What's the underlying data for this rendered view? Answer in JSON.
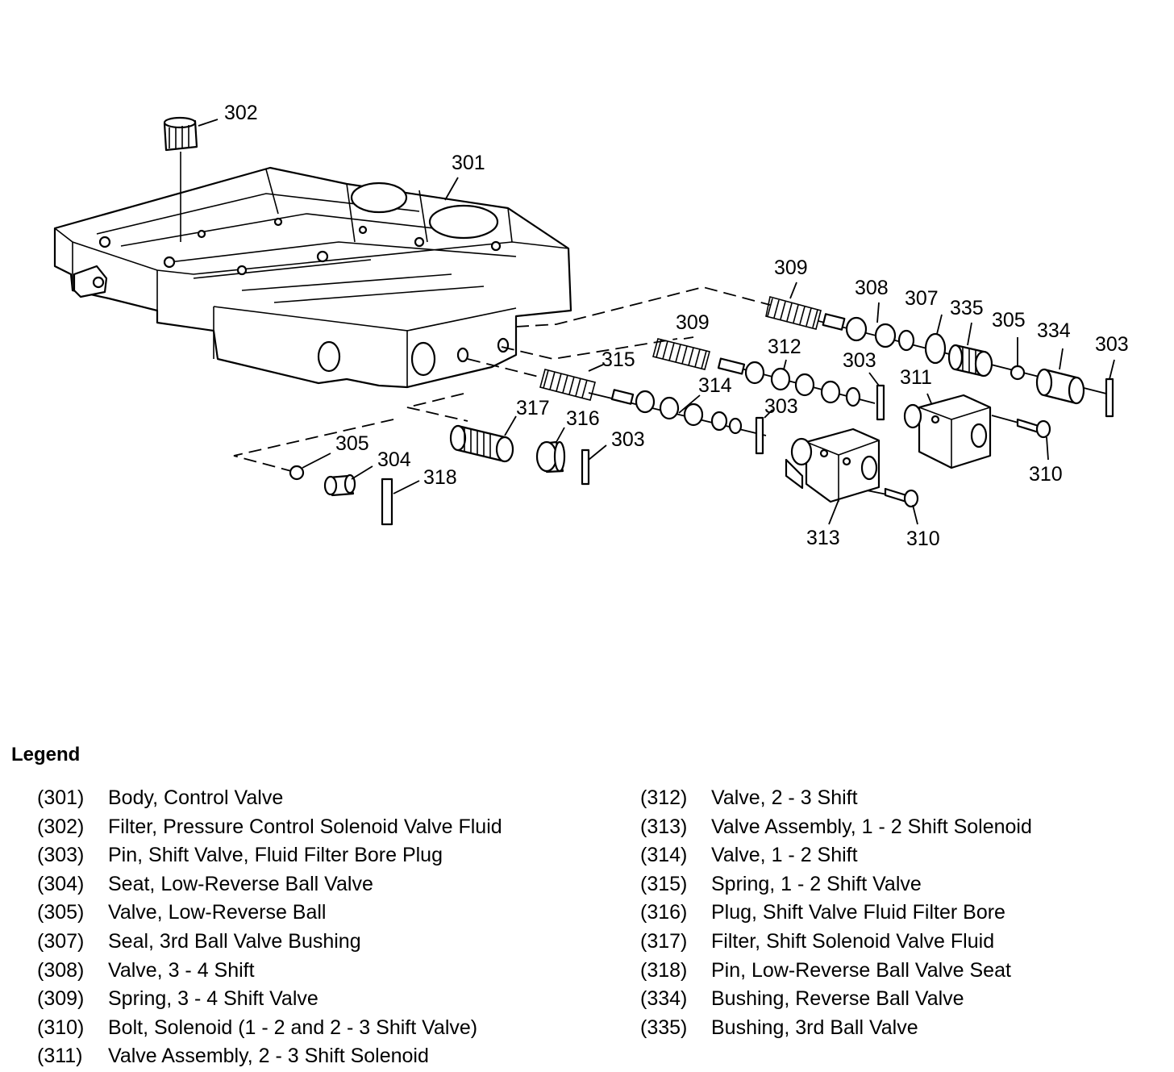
{
  "callouts": {
    "c301": "301",
    "c302": "302",
    "c303a": "303",
    "c303b": "303",
    "c303c": "303",
    "c303d": "303",
    "c304": "304",
    "c305a": "305",
    "c305b": "305",
    "c307": "307",
    "c308": "308",
    "c309a": "309",
    "c309b": "309",
    "c310a": "310",
    "c310b": "310",
    "c311": "311",
    "c312": "312",
    "c313": "313",
    "c314": "314",
    "c315": "315",
    "c316": "316",
    "c317": "317",
    "c318": "318",
    "c334": "334",
    "c335": "335"
  },
  "legend": {
    "title": "Legend",
    "left": [
      {
        "num": "(301)",
        "desc": "Body, Control Valve"
      },
      {
        "num": "(302)",
        "desc": "Filter, Pressure Control Solenoid Valve Fluid"
      },
      {
        "num": "(303)",
        "desc": "Pin, Shift Valve, Fluid Filter Bore Plug"
      },
      {
        "num": "(304)",
        "desc": "Seat, Low-Reverse Ball Valve"
      },
      {
        "num": "(305)",
        "desc": "Valve, Low-Reverse Ball"
      },
      {
        "num": "(307)",
        "desc": "Seal, 3rd Ball Valve Bushing"
      },
      {
        "num": "(308)",
        "desc": "Valve, 3 - 4 Shift"
      },
      {
        "num": "(309)",
        "desc": "Spring, 3 - 4 Shift Valve"
      },
      {
        "num": "(310)",
        "desc": "Bolt, Solenoid (1 - 2 and 2 - 3 Shift Valve)"
      },
      {
        "num": "(311)",
        "desc": "Valve Assembly, 2 - 3 Shift Solenoid"
      }
    ],
    "right": [
      {
        "num": "(312)",
        "desc": "Valve, 2 - 3 Shift"
      },
      {
        "num": "(313)",
        "desc": "Valve Assembly, 1 - 2 Shift Solenoid"
      },
      {
        "num": "(314)",
        "desc": "Valve, 1 - 2 Shift"
      },
      {
        "num": "(315)",
        "desc": "Spring, 1 - 2 Shift Valve"
      },
      {
        "num": "(316)",
        "desc": "Plug, Shift Valve Fluid Filter Bore"
      },
      {
        "num": "(317)",
        "desc": "Filter, Shift Solenoid Valve Fluid"
      },
      {
        "num": "(318)",
        "desc": "Pin, Low-Reverse Ball Valve Seat"
      },
      {
        "num": "(334)",
        "desc": "Bushing, Reverse Ball Valve"
      },
      {
        "num": "(335)",
        "desc": "Bushing, 3rd Ball Valve"
      }
    ]
  }
}
